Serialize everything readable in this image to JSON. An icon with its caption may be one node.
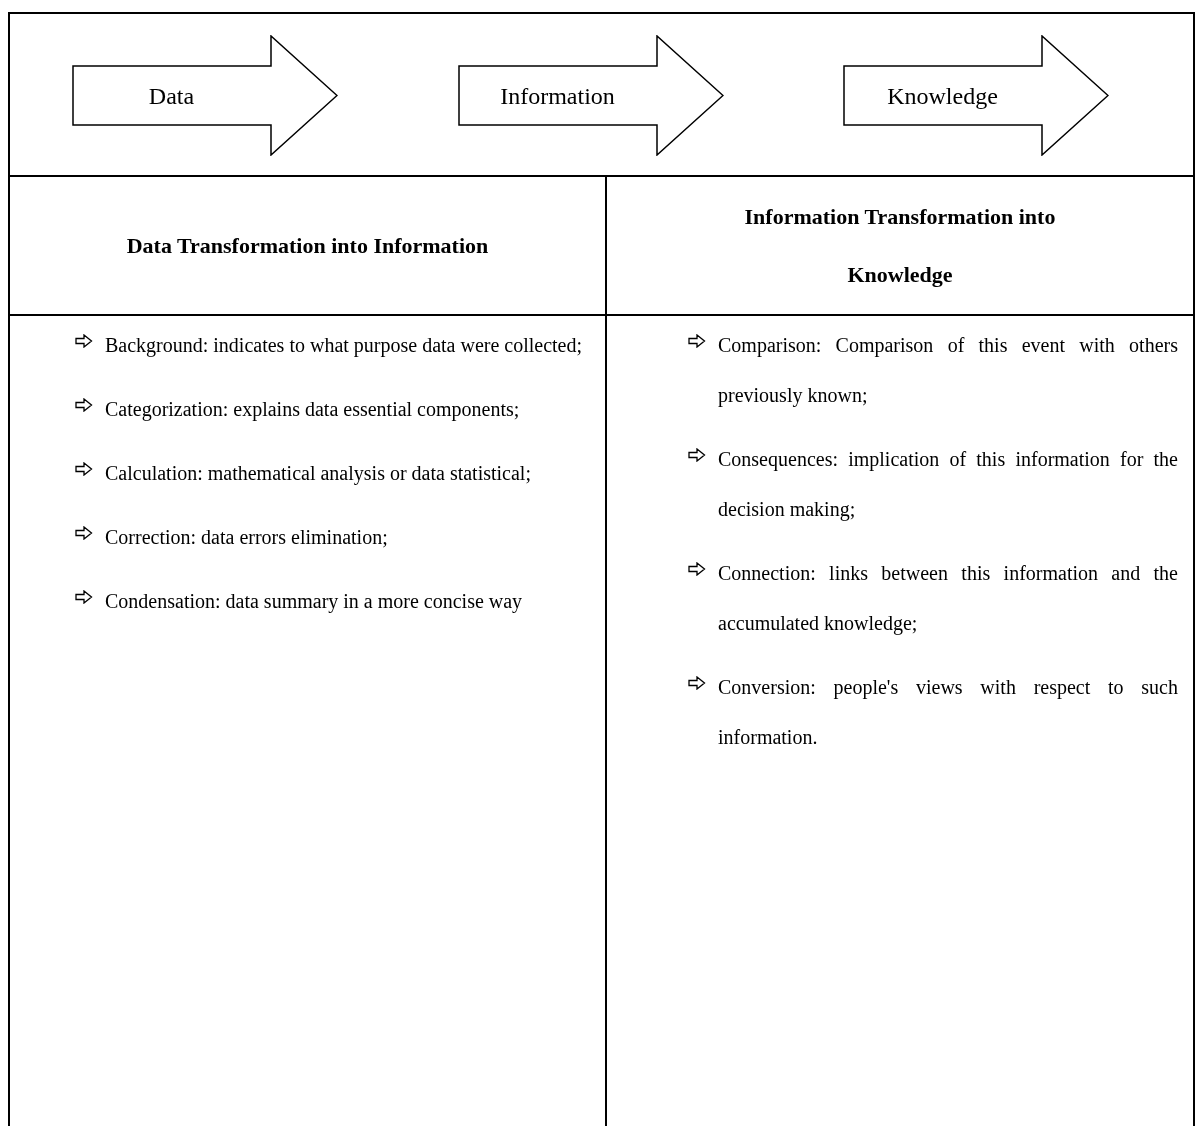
{
  "diagram": {
    "nodes": [
      {
        "text": [
          "Data"
        ]
      },
      {
        "text": [
          "Information"
        ]
      },
      {
        "text": [
          "Knowledge"
        ]
      }
    ],
    "labels": [
      "Data Transformation into Information",
      "Information Transformation into Knowledge",
      "Background: indicates to what purpose data were collected;",
      "Categorization: explains data essential components;",
      "Calculation: mathematical analysis or data statistical;",
      "Correction: data errors elimination;",
      "Condensation: data summary in a more concise way",
      "Comparison: Comparison of this event with others previously known;",
      "Consequences: implication of this information for the decision making;",
      "Connection: links between this information and the accumulated knowledge;",
      "Conversion: people's views with respect to such information."
    ]
  }
}
